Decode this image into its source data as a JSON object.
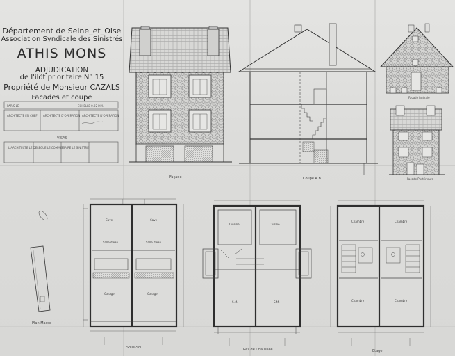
{
  "title_block": {
    "line1": "Département de Seine_et_Oise",
    "line2": "Association Syndicale des Sinistrés",
    "town": "ATHIS MONS",
    "line4": "ADJUDICATION",
    "line5": "de l'ilôt prioritaire  N° 15",
    "line6": "Propriété de Monsieur CAZALS",
    "line7": "Facades et coupe",
    "meta_left": "PARIS LE",
    "meta_right": "ECHELLE 0.02 P.M.",
    "architects_left": "ARCHITECTE EN CHEF",
    "architects_mid": "ARCHITECTE D'OPERATION",
    "architects_right": "ARCHITECTE D'OPERATION",
    "visa": "VISAS",
    "signatories": "L'ARCHITECTE   LE DELEGUE   LE COMMISSAIRE   LE SINISTRE"
  },
  "captions": {
    "facade": "Façade",
    "coupe": "Coupe A.B",
    "facade_laterale": "Façade latérale",
    "facade_posterieure": "Façade Postérieure",
    "plan_masse": "Plan Masse",
    "sous_sol": "Sous-Sol",
    "rez": "Rez de Chaussée",
    "etage": "Etage"
  },
  "rooms": {
    "cave": "Cave",
    "salle_eau": "Salle d'eau",
    "garage": "Garage",
    "cuisine": "Cuisine",
    "sm": "S.M.",
    "chambre": "Chambre"
  }
}
